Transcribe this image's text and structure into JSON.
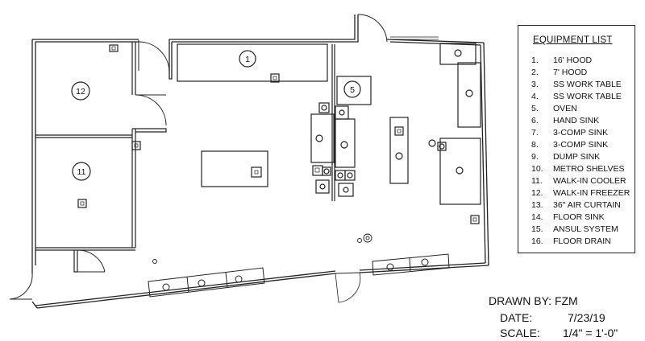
{
  "legend": {
    "title": "EQUIPMENT LIST",
    "items": [
      {
        "num": "1.",
        "label": "16' HOOD"
      },
      {
        "num": "2.",
        "label": "7' HOOD"
      },
      {
        "num": "3.",
        "label": "SS WORK TABLE"
      },
      {
        "num": "4.",
        "label": "SS WORK TABLE"
      },
      {
        "num": "5.",
        "label": "OVEN"
      },
      {
        "num": "6.",
        "label": "HAND SINK"
      },
      {
        "num": "7.",
        "label": "3-COMP SINK"
      },
      {
        "num": "8.",
        "label": "3-COMP SINK"
      },
      {
        "num": "9.",
        "label": "DUMP SINK"
      },
      {
        "num": "10.",
        "label": "METRO SHELVES"
      },
      {
        "num": "11.",
        "label": "WALK-IN COOLER"
      },
      {
        "num": "12.",
        "label": "WALK-IN FREEZER"
      },
      {
        "num": "13.",
        "label": "36\" AIR CURTAIN"
      },
      {
        "num": "14.",
        "label": "FLOOR SINK"
      },
      {
        "num": "15.",
        "label": "ANSUL SYSTEM"
      },
      {
        "num": "16.",
        "label": "FLOOR DRAIN"
      }
    ]
  },
  "title_block": {
    "drawn_by_label": "DRAWN BY:",
    "drawn_by": "FZM",
    "date_label": "DATE:",
    "date": "7/23/19",
    "scale_label": "SCALE:",
    "scale": "1/4\" = 1'-0\""
  },
  "plan": {
    "tags": {
      "hood16": "1",
      "oven": "5",
      "cooler": "11",
      "freezer": "12"
    }
  }
}
